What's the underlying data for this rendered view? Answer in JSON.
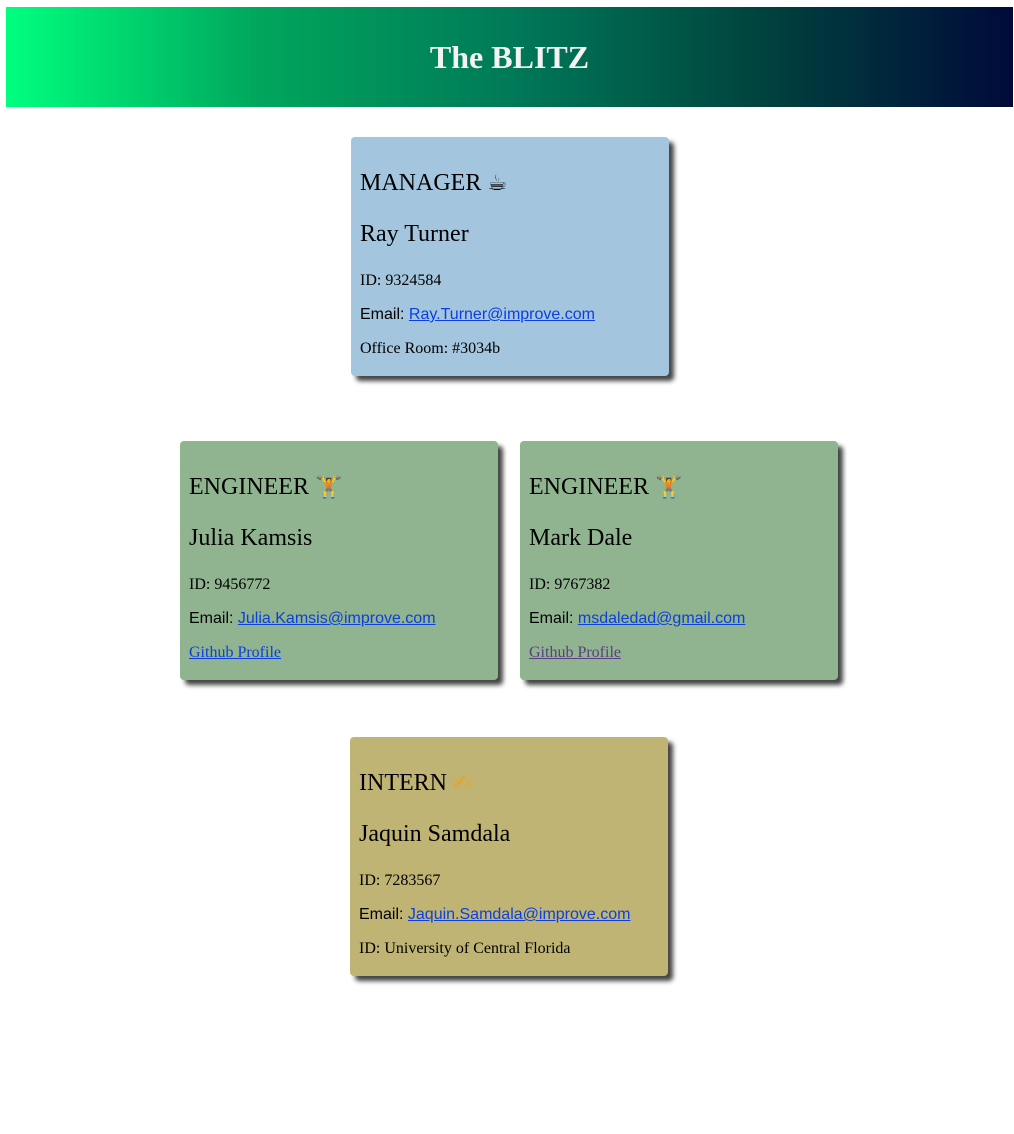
{
  "header": {
    "title": "The BLITZ"
  },
  "manager": {
    "role": "MANAGER",
    "role_icon": "☕",
    "name": "Ray Turner",
    "id_label": "ID: ",
    "id_value": "9324584",
    "email_label": "Email: ",
    "email": "Ray.Turner@improve.com",
    "extra_label": "Office Room: ",
    "extra_value": "#3034b",
    "color": "#a3c5dd"
  },
  "engineers": [
    {
      "role": "ENGINEER",
      "role_icon": "🏋",
      "name": "Julia Kamsis",
      "id_label": "ID: ",
      "id_value": "9456772",
      "email_label": "Email: ",
      "email": "Julia.Kamsis@improve.com",
      "github_label": "Github Profile",
      "color": "#8fb48f"
    },
    {
      "role": "ENGINEER",
      "role_icon": "🏋",
      "name": "Mark Dale",
      "id_label": "ID: ",
      "id_value": "9767382",
      "email_label": "Email: ",
      "email": "msdaledad@gmail.com",
      "github_label": "Github Profile",
      "color": "#8fb48f"
    }
  ],
  "intern": {
    "role": "INTERN",
    "role_icon": "✍",
    "name": "Jaquin Samdala",
    "id_label": "ID: ",
    "id_value": "7283567",
    "email_label": "Email: ",
    "email": "Jaquin.Samdala@improve.com",
    "extra_label": "ID: ",
    "extra_value": "University of Central Florida",
    "color": "#bfb474"
  }
}
